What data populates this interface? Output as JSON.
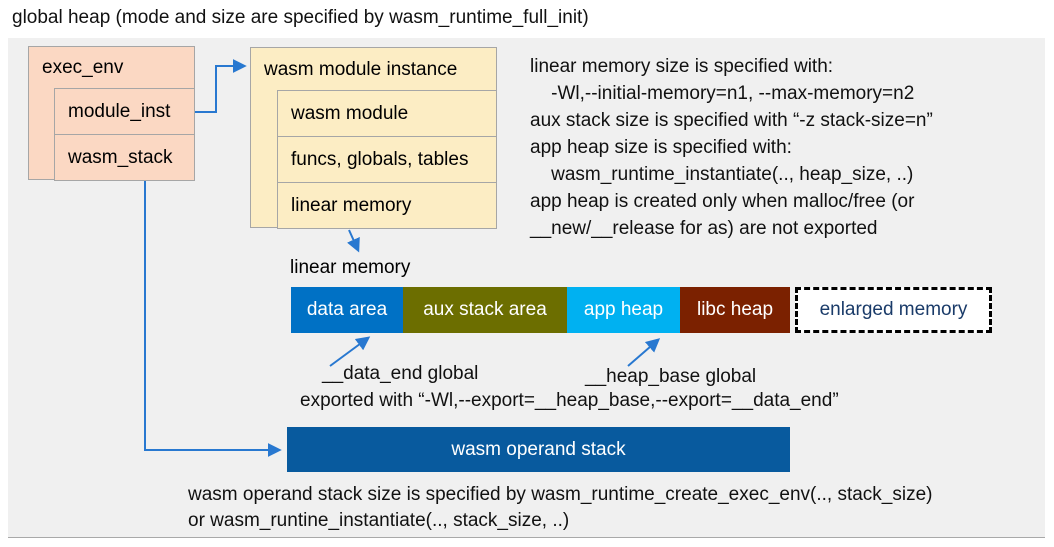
{
  "title": "global heap (mode and size are specified by wasm_runtime_full_init)",
  "exec_env_box": {
    "title": "exec_env",
    "rows": [
      "module_inst",
      "wasm_stack"
    ]
  },
  "module_instance_box": {
    "title": "wasm module instance",
    "rows": [
      "wasm module",
      "funcs, globals, tables",
      "linear memory"
    ]
  },
  "right_notes": "linear memory size is specified with:\n    -Wl,--initial-memory=n1, --max-memory=n2\naux stack size is specified with “-z stack-size=n”\napp heap size is specified with:\n    wasm_runtime_instantiate(.., heap_size, ..)\napp heap is created only when malloc/free (or\n__new/__release for as) are not exported",
  "linear_memory": {
    "label": "linear memory",
    "segments": [
      {
        "label": "data area",
        "color": "#0071c5",
        "text_color": "#ffffff",
        "width": 112,
        "dashed": false
      },
      {
        "label": "aux stack area",
        "color": "#6c6e00",
        "text_color": "#ffffff",
        "width": 164,
        "dashed": false
      },
      {
        "label": "app heap",
        "color": "#00b1f1",
        "text_color": "#ffffff",
        "width": 113,
        "dashed": false
      },
      {
        "label": "libc heap",
        "color": "#7b2100",
        "text_color": "#ffffff",
        "width": 110,
        "dashed": false
      },
      {
        "label": "enlarged memory",
        "color": "#ffffff",
        "text_color": "#1a3b69",
        "width": 197,
        "dashed": true
      }
    ]
  },
  "annotations": {
    "data_end_label": "__data_end global",
    "heap_base_label": "__heap_base global",
    "exported_line": "exported with “-Wl,--export=__heap_base,--export=__data_end”"
  },
  "operand_stack_label": "wasm operand stack",
  "bottom_notes": "wasm operand stack size is specified by wasm_runtime_create_exec_env(.., stack_size)\nor wasm_runtine_instantiate(.., stack_size, ..)",
  "colors": {
    "canvas_bg": "#f0f0f0",
    "exec_env_fill": "#fbd8c3",
    "module_instance_fill": "#fcedc4",
    "box_border": "#a6a6a6",
    "connector_blue": "#2878d0",
    "operand_stack_fill": "#085a9e",
    "enlarged_memory_text": "#1a3b69"
  }
}
